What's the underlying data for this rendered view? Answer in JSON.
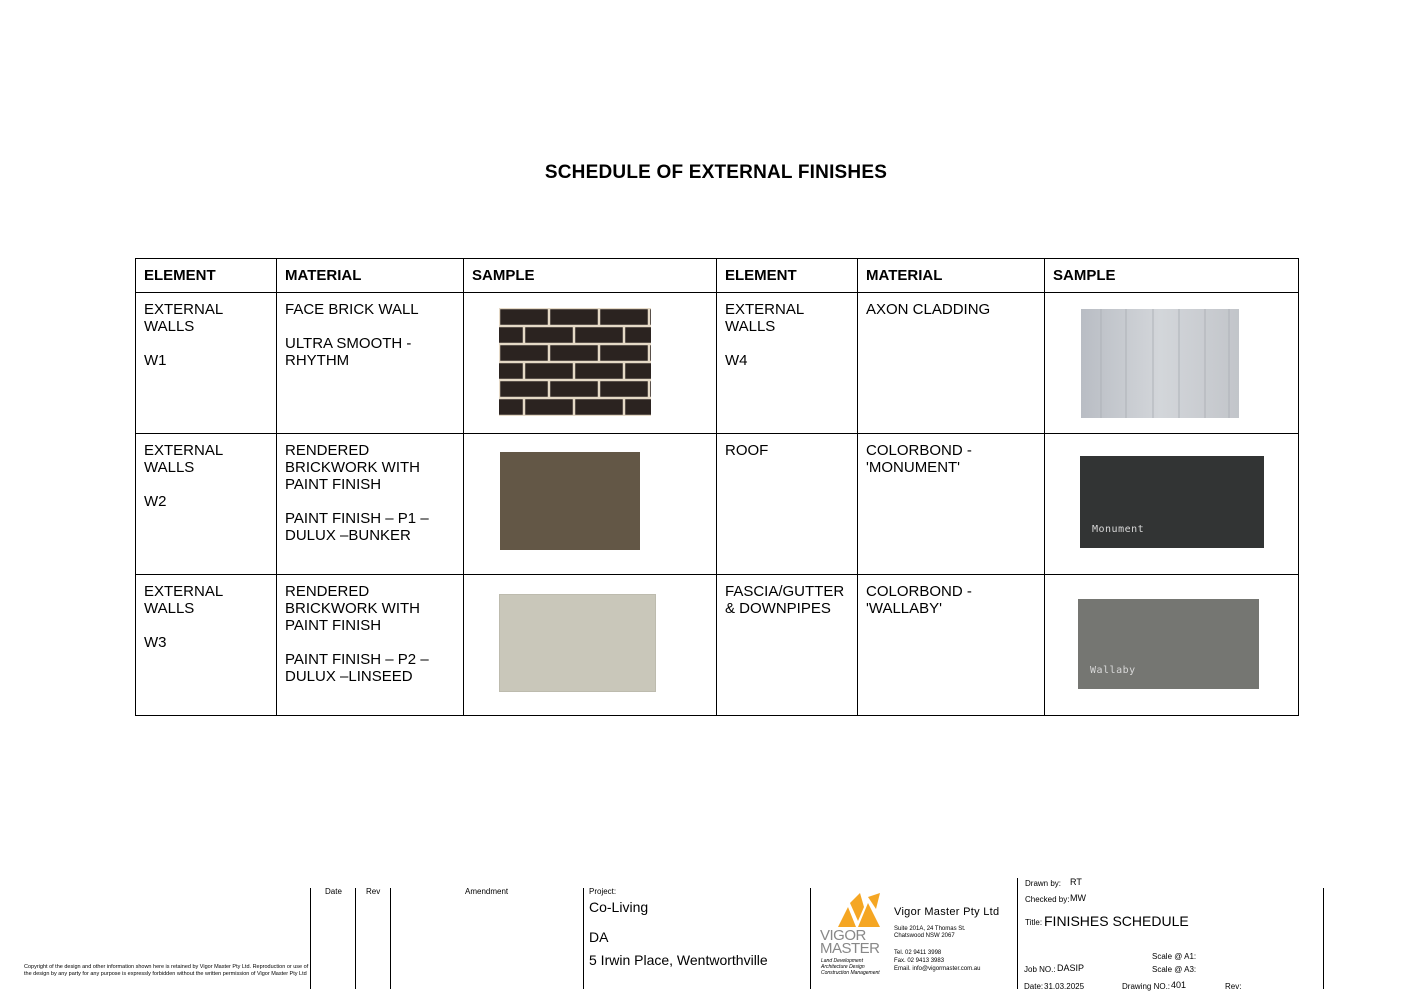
{
  "title": "SCHEDULE OF EXTERNAL FINISHES",
  "headers": [
    "ELEMENT",
    "MATERIAL",
    "SAMPLE",
    "ELEMENT",
    "MATERIAL",
    "SAMPLE"
  ],
  "rows": [
    {
      "element_left": "EXTERNAL\nWALLS\n\nW1",
      "material_left": "FACE BRICK WALL\n\nULTRA SMOOTH -\nRHYTHM",
      "sample_left": {
        "type": "brick",
        "color": "#2b2320",
        "mortar": "#e5d9c6"
      },
      "element_right": "EXTERNAL\nWALLS\n\nW4",
      "material_right": "AXON CLADDING",
      "sample_right": {
        "type": "cladding",
        "color": "#c8cbd0"
      }
    },
    {
      "element_left": "EXTERNAL\nWALLS\n\nW2",
      "material_left": "RENDERED\nBRICKWORK WITH\nPAINT FINISH\n\nPAINT FINISH – P1 –\nDULUX –BUNKER",
      "sample_left": {
        "type": "solid",
        "color": "#635746"
      },
      "element_right": "ROOF",
      "material_right": "COLORBOND -\n'MONUMENT'",
      "sample_right": {
        "type": "solid",
        "color": "#323434",
        "label": "Monument"
      }
    },
    {
      "element_left": "EXTERNAL\nWALLS\n\nW3",
      "material_left": "RENDERED\nBRICKWORK WITH\nPAINT FINISH\n\nPAINT FINISH – P2 –\nDULUX –LINSEED",
      "sample_left": {
        "type": "solid",
        "color": "#c9c7ba"
      },
      "element_right": "FASCIA/GUTTER\n& DOWNPIPES",
      "material_right": "COLORBOND -\n'WALLABY'",
      "sample_right": {
        "type": "solid",
        "color": "#757672",
        "label": "Wallaby"
      }
    }
  ],
  "title_block": {
    "copyright": "Copyright of the design and other information shown here is retained by Vigor Master Pty Ltd.  Reproduction or use of the design by any party for any purpose is expressly forbidden without the written permission of Vigor Master Pty Ltd",
    "date_label": "Date",
    "rev_label": "Rev",
    "amendment_label": "Amendment",
    "project_label": "Project:",
    "project_name": "Co-Living",
    "project_stage": "DA",
    "project_address": "5 Irwin Place, Wentworthville",
    "logo_line1": "VIGOR",
    "logo_line2": "MASTER",
    "logo_tag1": "Land Development",
    "logo_tag2": "Architecture Design",
    "logo_tag3": "Construction Management",
    "company": "Vigor Master Pty Ltd",
    "address1": "Suite 201A, 24 Thomas St.",
    "address2": "Chatswood NSW 2067",
    "tel": "Tel.  02 9411 3998",
    "fax": "Fax.  02 9413 3983",
    "email": "Email. info@vigormaster.com.au",
    "drawn_by_label": "Drawn by:",
    "drawn_by": "RT",
    "checked_by_label": "Checked by:",
    "checked_by": "MW",
    "title_label": "Title:",
    "drawing_title": "FINISHES SCHEDULE",
    "job_no_label": "Job NO.:",
    "job_no": "DASIP",
    "scale_a1": "Scale @ A1:",
    "scale_a3": "Scale @ A3:",
    "date_row_label": "Date:",
    "date_value": "31.03.2025",
    "drawing_no_label": "Drawing NO.:",
    "drawing_no": "401",
    "rev_row_label": "Rev:",
    "logo_color": "#f5a623"
  }
}
